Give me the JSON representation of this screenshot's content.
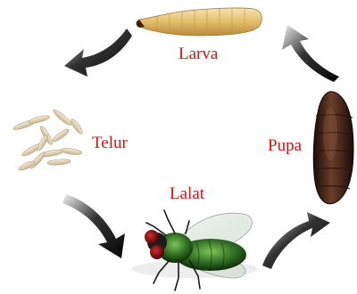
{
  "stages": {
    "larva": "Larva",
    "pupa": "Pupa",
    "lalat": "Lalat",
    "telur": "Telur"
  },
  "colors": {
    "label": "#e01010",
    "arrow_dark": "#222222",
    "larva_body": "#e7c77e",
    "pupa_body": "#4a2a1e",
    "fly_body": "#3d7a2a",
    "fly_eye": "#8a1010",
    "egg": "#e8dcc2"
  },
  "icons": [
    "arrow-icon",
    "larva-icon",
    "pupa-icon",
    "fly-icon",
    "eggs-icon"
  ]
}
